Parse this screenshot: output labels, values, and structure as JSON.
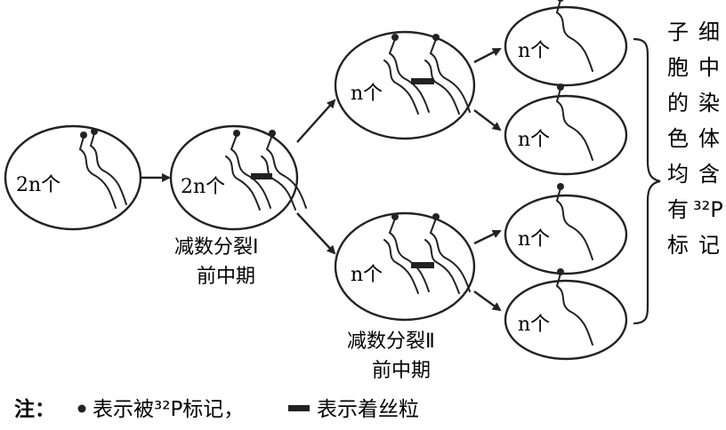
{
  "cells": {
    "parent_count": "2n个",
    "mi_count": "2n个",
    "mii_top_count": "n个",
    "mii_bottom_count": "n个",
    "daughter_1_count": "n个",
    "daughter_2_count": "n个",
    "daughter_3_count": "n个",
    "daughter_4_count": "n个"
  },
  "stages": {
    "meiosis_1_line1": "减数分裂Ⅰ",
    "meiosis_1_line2": "前中期",
    "meiosis_2_line1": "减数分裂Ⅱ",
    "meiosis_2_line2": "前中期"
  },
  "side_label": {
    "col1": [
      "子",
      "胞",
      "的",
      "色",
      "均",
      "有",
      "标"
    ],
    "col2": [
      "细",
      "中",
      "染",
      "体",
      "含",
      "³²P",
      "记"
    ]
  },
  "note": {
    "prefix": "注：",
    "dot_meaning": "表示被³²P标记，",
    "bar_meaning": "表示着丝粒"
  }
}
